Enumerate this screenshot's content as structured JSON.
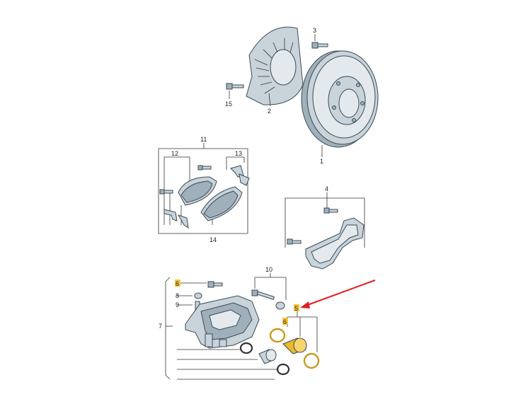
{
  "diagram": {
    "labels": {
      "p1": "1",
      "p2": "2",
      "p3": "3",
      "p4": "4",
      "p5": "5",
      "p6a": "6",
      "p6b": "6",
      "p7": "7",
      "p8": "8",
      "p9": "9",
      "p10": "10",
      "p11": "11",
      "p12": "12",
      "p13": "13",
      "p14": "14",
      "p15": "15"
    },
    "colors": {
      "highlight": "#f3c63a",
      "arrow": "#e02020",
      "metal": "#c9d3da",
      "outline": "#3a4a55"
    }
  }
}
